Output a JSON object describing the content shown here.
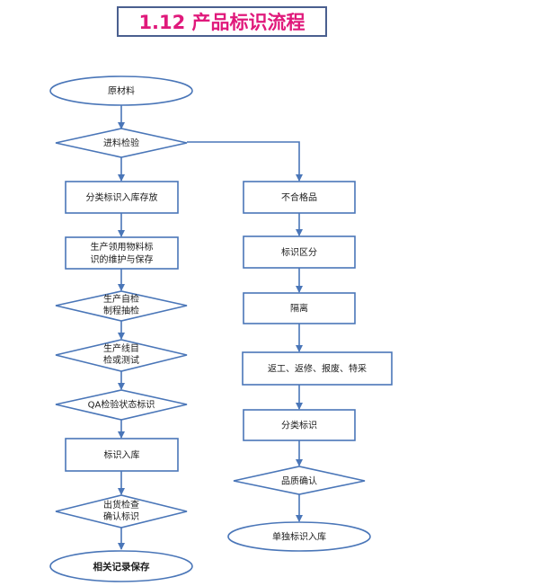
{
  "title": "1.12 产品标识流程",
  "nodes": {
    "raw_material": "原材料",
    "incoming_inspection": "进料检验",
    "classify_store": "分类标识入库存放",
    "production_material_l1": "生产领用物料标",
    "production_material_l2": "识的维护与保存",
    "self_inspect_l1": "生产自检",
    "self_inspect_l2": "制程抽检",
    "line_end_l1": "生产线目",
    "line_end_l2": "检或测试",
    "qa_status": "QA检验状态标识",
    "label_store": "标识入库",
    "shipment_l1": "出货检查",
    "shipment_l2": "确认标识",
    "records": "相关记录保存",
    "nonconforming": "不合格品",
    "distinguish": "标识区分",
    "isolate": "隔离",
    "disposition": "返工、返修、报废、特采",
    "classify_label": "分类标识",
    "quality_confirm": "品质确认",
    "separate_store": "单独标识入库"
  }
}
